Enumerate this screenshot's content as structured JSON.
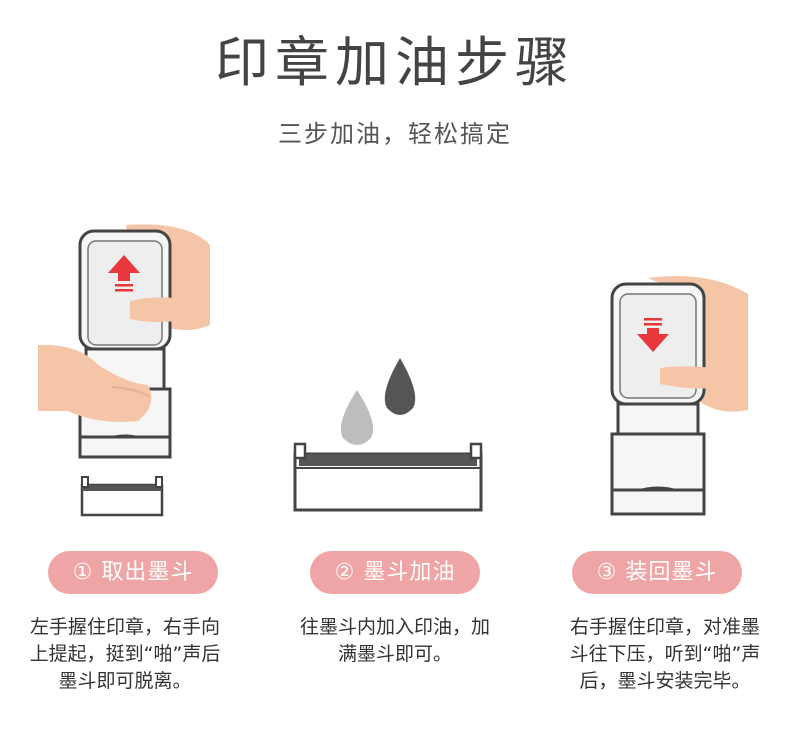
{
  "header": {
    "title": "印章加油步骤",
    "subtitle": "三步加油，轻松搞定"
  },
  "steps": [
    {
      "label": "① 取出墨斗",
      "desc": "左手握住印章，右手向\n上提起，挺到“啪”声后\n墨斗即可脱离。"
    },
    {
      "label": "② 墨斗加油",
      "desc": "往墨斗内加入印油，加\n满墨斗即可。"
    },
    {
      "label": "③ 装回墨斗",
      "desc": "右手握住印章，对准墨\n斗往下压，听到“啪”声\n后，墨斗安装完毕。"
    }
  ],
  "colors": {
    "accent": "#efa5a5",
    "arrow": "#e8383b",
    "skin": "#f5c5a8",
    "ink_light": "#bdbdbd",
    "ink_dark": "#555555"
  },
  "icons": [
    "arrow-up-icon",
    "arrow-down-icon",
    "ink-drop-icon"
  ]
}
